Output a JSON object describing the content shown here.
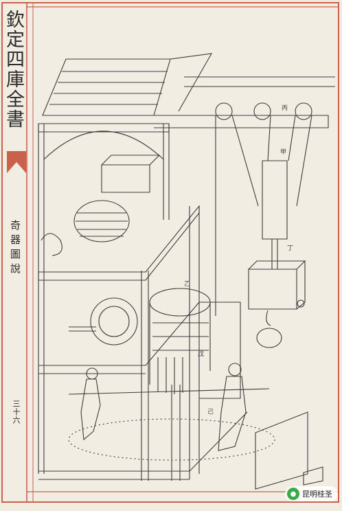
{
  "page": {
    "volume_title": "欽定四庫全書",
    "book_title": "奇器圖說",
    "page_number": "三十六"
  },
  "figure_labels": [
    "丙",
    "甲",
    "丁",
    "乙",
    "戊",
    "己"
  ],
  "watermark": {
    "label": "昆明桂圣",
    "icon": "wechat-icon",
    "icon_color": "#3aa94a"
  },
  "colors": {
    "paper": "#f2ede2",
    "border_red": "#c9614d",
    "ink": "#3b3b3b"
  }
}
